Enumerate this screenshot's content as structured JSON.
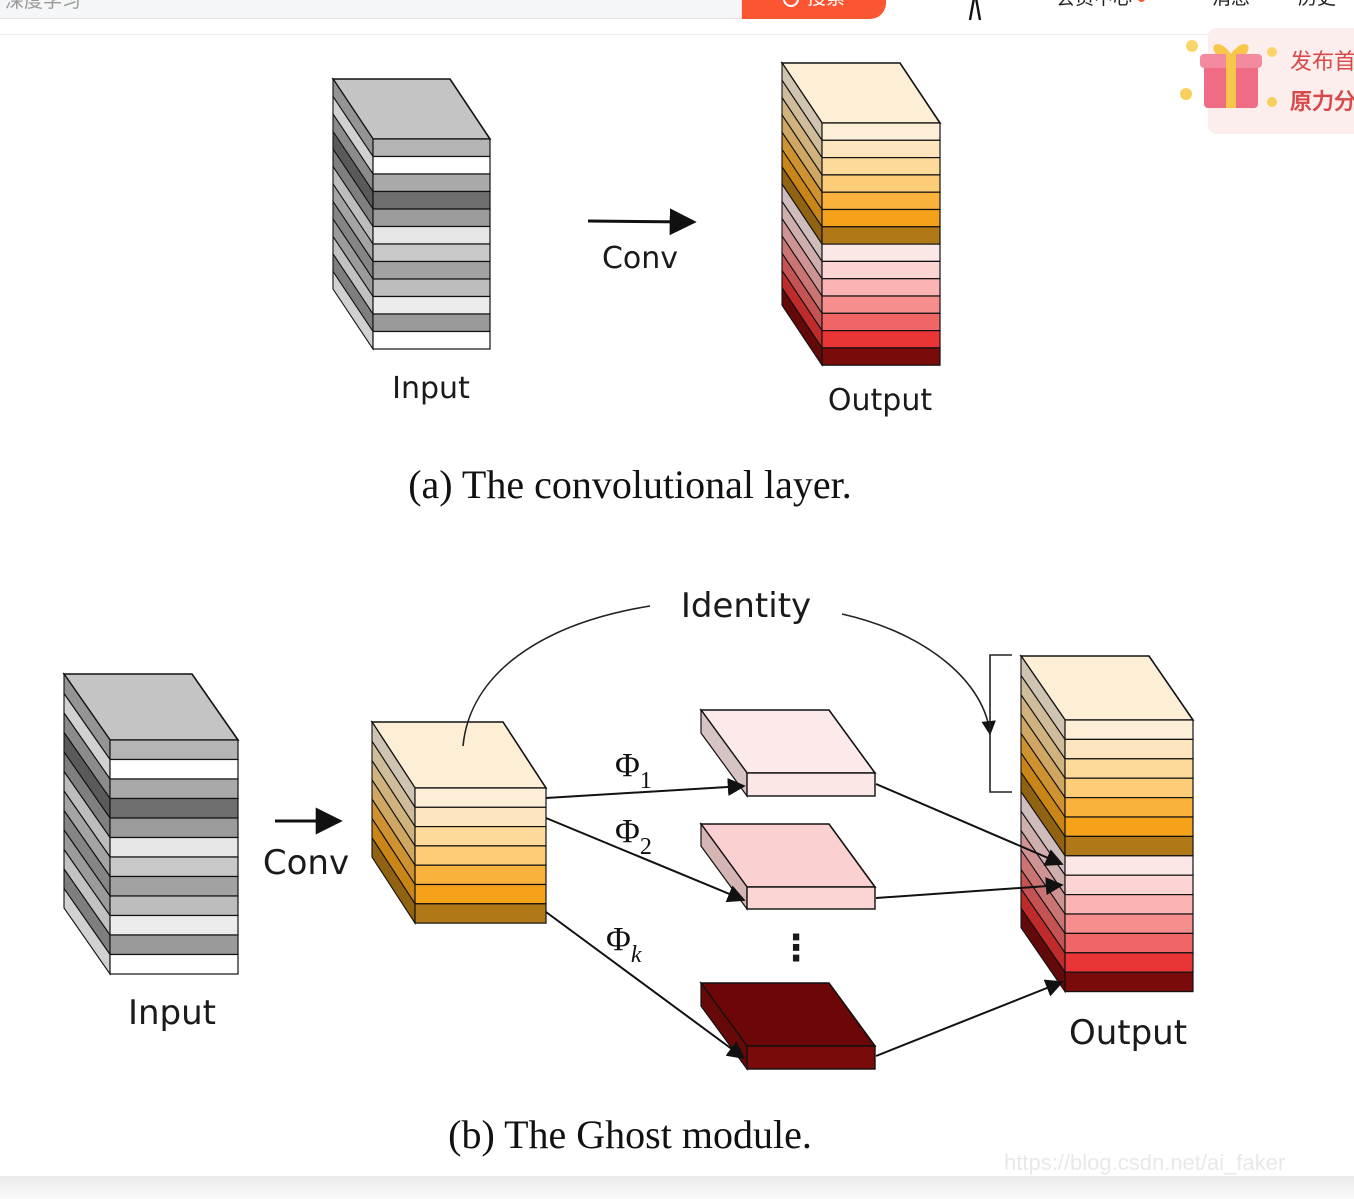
{
  "topbar": {
    "search_placeholder": "深度学习",
    "search_button": "搜索",
    "nav": [
      "会员中心",
      "消息",
      "历史"
    ]
  },
  "promo": {
    "line1": "发布首",
    "line2": "原力分"
  },
  "diagram": {
    "a": {
      "input_label": "Input",
      "arrow_label": "Conv",
      "output_label": "Output",
      "caption": "(a) The convolutional layer."
    },
    "b": {
      "input_label": "Input",
      "conv_label": "Conv",
      "identity_label": "Identity",
      "phi1": "Φ",
      "phi1_sub": "1",
      "phi2": "Φ",
      "phi2_sub": "2",
      "phik": "Φ",
      "phik_sub": "k",
      "ellipsis": "⋮",
      "output_label": "Output",
      "caption": "(b) The Ghost module."
    }
  },
  "colors": {
    "gray_stack": [
      "#b4b4b4",
      "#ffffff",
      "#a9a9a9",
      "#6e6e6e",
      "#9b9b9b",
      "#e6e6e6",
      "#c8c8c8",
      "#a2a2a2",
      "#bdbdbd",
      "#ececec",
      "#9a9a9a",
      "#ffffff"
    ],
    "orange_stack": [
      "#fdeed8",
      "#fde5bd",
      "#fdd99a",
      "#fdcc77",
      "#fbb23c",
      "#f5a21a",
      "#b07816"
    ],
    "red_stack": [
      "#fce7e7",
      "#fcd4d4",
      "#fbb3b3",
      "#f78e8e",
      "#f06565",
      "#e93535",
      "#7a0b0b"
    ]
  },
  "watermark": "https://blog.csdn.net/ai_faker"
}
